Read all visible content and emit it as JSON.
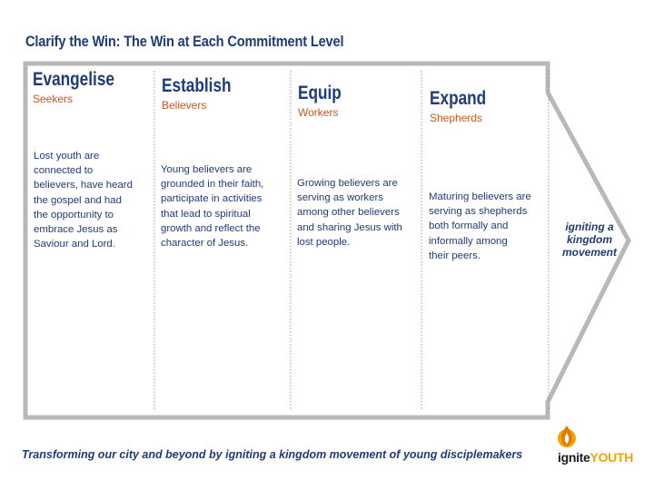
{
  "title": "Clarify the Win: The Win at Each Commitment Level",
  "columns": [
    {
      "heading": "Evangelise",
      "role": "Seekers",
      "description": [
        "Lost youth are",
        "connected to",
        "believers, have heard",
        "the gospel and had",
        "the opportunity to",
        "embrace Jesus as",
        "Saviour and Lord."
      ]
    },
    {
      "heading": "Establish",
      "role": "Believers",
      "description": [
        "Young believers are",
        "grounded in their faith,",
        "participate in activities",
        "that lead to spiritual",
        "growth and reflect the",
        "character of Jesus."
      ]
    },
    {
      "heading": "Equip",
      "role": "Workers",
      "description": [
        "Growing believers are",
        "serving as workers",
        "among other believers",
        "and sharing Jesus with",
        "lost people."
      ]
    },
    {
      "heading": "Expand",
      "role": "Shepherds",
      "description": [
        "Maturing believers are",
        "serving as shepherds",
        "both formally and",
        "informally among",
        "their peers."
      ]
    }
  ],
  "arrow_label": [
    "igniting a",
    "kingdom",
    "movement"
  ],
  "tagline": "Transforming our city and beyond by igniting a kingdom movement of young disciplemakers",
  "logo": {
    "part1": "ignite",
    "part2": "YOUTH",
    "icon": "flame-icon"
  },
  "colors": {
    "navy": "#1f3b7a",
    "orange": "#d2541c",
    "logo_gold": "#f2a300"
  }
}
